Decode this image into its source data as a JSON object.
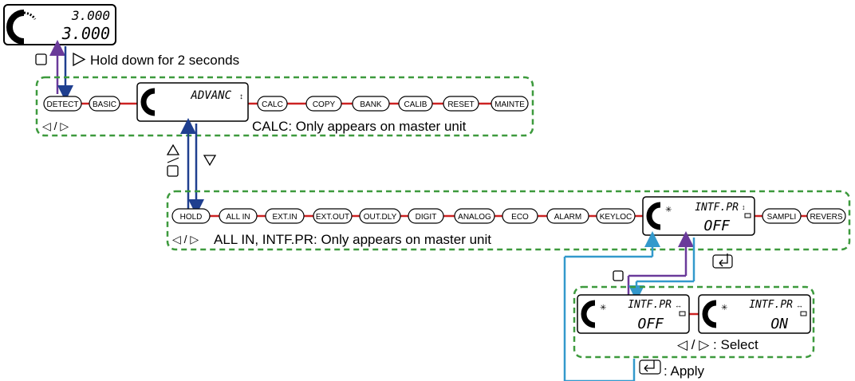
{
  "top_display": {
    "line1": "3.000",
    "line2": "3.000"
  },
  "hold_hint": "Hold down for 2 seconds",
  "row1": {
    "items_left": [
      "DETECT",
      "BASIC"
    ],
    "display": "ADVANC",
    "items_right": [
      "CALC",
      "COPY",
      "BANK",
      "CALIB",
      "RESET",
      "MAINTE"
    ],
    "nav_hint": "◁ / ▷",
    "note": "CALC: Only appears on master unit"
  },
  "row2": {
    "items_left": [
      "HOLD",
      "ALL IN",
      "EXT.IN",
      "EXT.OUT",
      "OUT.DLY",
      "DIGIT",
      "ANALOG",
      "ECO",
      "ALARM",
      "KEYLOC"
    ],
    "display": {
      "line1": "INTF.PR",
      "line2": "OFF"
    },
    "items_right": [
      "SAMPLI",
      "REVERS"
    ],
    "nav_hint": "◁ / ▷",
    "note": "ALL IN, INTF.PR: Only appears on master unit"
  },
  "row3": {
    "displays": [
      {
        "line1": "INTF.PR",
        "line2": "OFF"
      },
      {
        "line1": "INTF.PR",
        "line2": "ON"
      }
    ],
    "note": "◁ / ▷ : Select"
  },
  "apply_note": ": Apply",
  "colors": {
    "dashed_border": "#3d9a3d",
    "connector": "#cc2222",
    "down_arrow": "#1f3f8f",
    "up_arrow": "#6a3a9a",
    "light_blue": "#3399cc"
  },
  "icons": [
    "square-button-icon",
    "right-triangle-icon",
    "left-triangle-icon",
    "up-triangle-icon",
    "down-triangle-icon",
    "enter-key-icon",
    "gauge-icon"
  ]
}
